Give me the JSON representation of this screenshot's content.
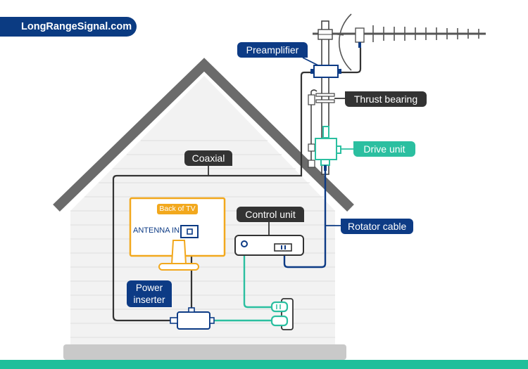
{
  "brand": "LongRangeSignal.com",
  "labels": {
    "preamplifier": "Preamplifier",
    "thrust_bearing": "Thrust bearing",
    "drive_unit": "Drive unit",
    "coaxial": "Coaxial",
    "control_unit": "Control unit",
    "rotator_cable": "Rotator cable",
    "power_inserter_line1": "Power",
    "power_inserter_line2": "inserter",
    "back_of_tv": "Back of TV",
    "antenna_in": "ANTENNA IN"
  },
  "colors": {
    "navy": "#0d3b85",
    "dark": "#333333",
    "teal": "#2bbfa0",
    "orange": "#f2a81d",
    "roof": "#6b6b6b",
    "siding": "#f0f0f0",
    "ground": "#1fbf9b"
  }
}
